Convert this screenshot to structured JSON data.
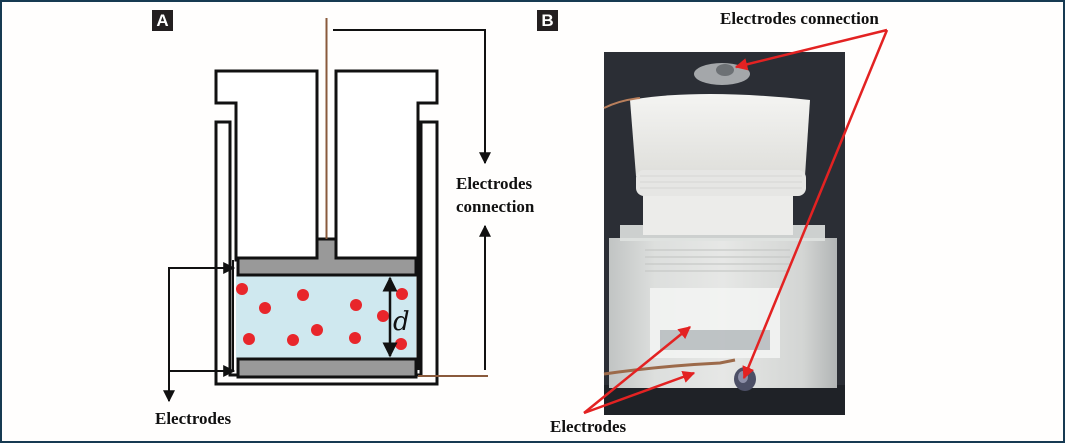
{
  "figure": {
    "panels": [
      {
        "id": "A",
        "label": "A",
        "type": "schematic"
      },
      {
        "id": "B",
        "label": "B",
        "type": "photo"
      }
    ],
    "panel_a": {
      "labels": {
        "electrodes": "Electrodes",
        "connection_line1": "Electrodes",
        "connection_line2": "connection",
        "gap": "d"
      },
      "colors": {
        "liquid": "#cfe8ef",
        "electrode_plate": "#999999",
        "particle": "#e8262b",
        "wire": "#8a5a3c",
        "outline": "#111111"
      },
      "particle_count": 11
    },
    "panel_b": {
      "labels": {
        "electrodes_connection": "Electrodes connection",
        "electrodes": "Electrodes"
      },
      "colors": {
        "arrow": "#e32222",
        "background": "#2b2e35"
      }
    },
    "frame_color": "#163a52"
  }
}
